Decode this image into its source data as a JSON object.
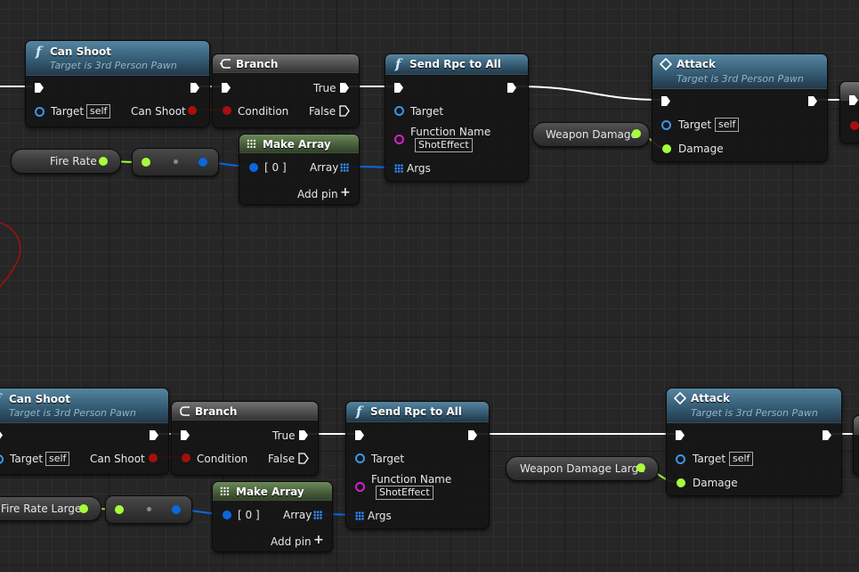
{
  "graph": {
    "colors": {
      "exec": "#ffffff",
      "object_pin": "#3c96e6",
      "bool_pin": "#a80e0e",
      "float_pin": "#a6ff3a",
      "string_pin": "#d61ecf",
      "function_header": "#355c74"
    },
    "row1": {
      "can_shoot": {
        "title": "Can Shoot",
        "subtitle": "Target is 3rd Person Pawn",
        "target": "Target",
        "self": "self",
        "output": "Can Shoot"
      },
      "branch": {
        "title": "Branch",
        "condition": "Condition",
        "true": "True",
        "false": "False"
      },
      "send_rpc": {
        "title": "Send Rpc to All",
        "target": "Target",
        "function_name": "Function Name",
        "function_value": "ShotEffect",
        "args": "Args"
      },
      "attack": {
        "title": "Attack",
        "subtitle": "Target is 3rd Person Pawn",
        "target": "Target",
        "self": "self",
        "damage": "Damage"
      },
      "make_array": {
        "title": "Make Array",
        "index": "[ 0 ]",
        "array": "Array",
        "add_pin": "Add pin"
      },
      "fire_rate": {
        "label": "Fire Rate"
      },
      "weapon_damage": {
        "label": "Weapon Damage"
      }
    },
    "row2": {
      "can_shoot": {
        "title": "Can Shoot",
        "subtitle": "Target is 3rd Person Pawn",
        "target": "Target",
        "self": "self",
        "output": "Can Shoot"
      },
      "branch": {
        "title": "Branch",
        "condition": "Condition",
        "true": "True",
        "false": "False"
      },
      "send_rpc": {
        "title": "Send Rpc to All",
        "target": "Target",
        "function_name": "Function Name",
        "function_value": "ShotEffect",
        "args": "Args"
      },
      "attack": {
        "title": "Attack",
        "subtitle": "Target is 3rd Person Pawn",
        "target": "Target",
        "self": "self",
        "damage": "Damage"
      },
      "make_array": {
        "title": "Make Array",
        "index": "[ 0 ]",
        "array": "Array",
        "add_pin": "Add pin"
      },
      "fire_rate": {
        "label": "Fire Rate Large"
      },
      "weapon_damage": {
        "label": "Weapon Damage Large"
      }
    }
  }
}
